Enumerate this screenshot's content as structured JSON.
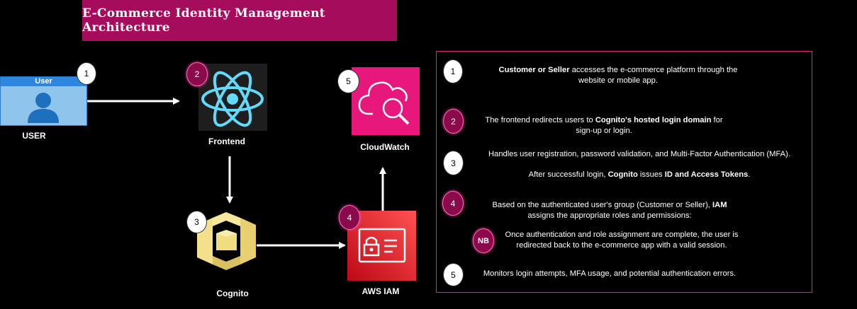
{
  "title": "E-Commerce Identity Management Architecture",
  "nodes": {
    "user": {
      "header": "User",
      "label": "USER",
      "badge": "1"
    },
    "frontend": {
      "label": "Frontend",
      "badge": "2"
    },
    "cognito": {
      "label": "Cognito",
      "badge": "3"
    },
    "iam": {
      "label": "AWS IAM",
      "badge": "4"
    },
    "cloudwatch": {
      "label": "CloudWatch",
      "badge": "5"
    }
  },
  "steps": {
    "s1": {
      "badge": "1",
      "bold": "Customer or Seller",
      "rest1": " accesses the e-commerce platform through the",
      "line2": "website or mobile app."
    },
    "s2": {
      "badge": "2",
      "pre": "The frontend redirects users to ",
      "bold": "Cognito's hosted login domain",
      "post": " for",
      "line2": "sign-up or login."
    },
    "s3": {
      "badge": "3",
      "line1": "Handles user registration, password validation, and Multi-Factor Authentication (MFA).",
      "pre": "After successful login, ",
      "bold1": "Cognito",
      "mid": " issues ",
      "bold2": "ID and Access Tokens",
      "post": "."
    },
    "s4": {
      "badge": "4",
      "pre": "Based on the authenticated user's group (Customer or Seller), ",
      "bold": "IAM",
      "line2": "assigns the appropriate roles and permissions:"
    },
    "nb": {
      "badge": "NB",
      "line1": "Once authentication and role assignment are complete, the user is",
      "line2": "redirected back to the e-commerce app with a valid session."
    },
    "s5": {
      "badge": "5",
      "line1": "Monitors login attempts, MFA usage, and potential authentication errors."
    }
  },
  "colors": {
    "title_bg": "#a50c5c",
    "panel_border": "#e0287a",
    "react": "#61dafb",
    "cognito": "#f2e08a",
    "iam": "#dd3435",
    "cloudwatch": "#e8177c"
  }
}
